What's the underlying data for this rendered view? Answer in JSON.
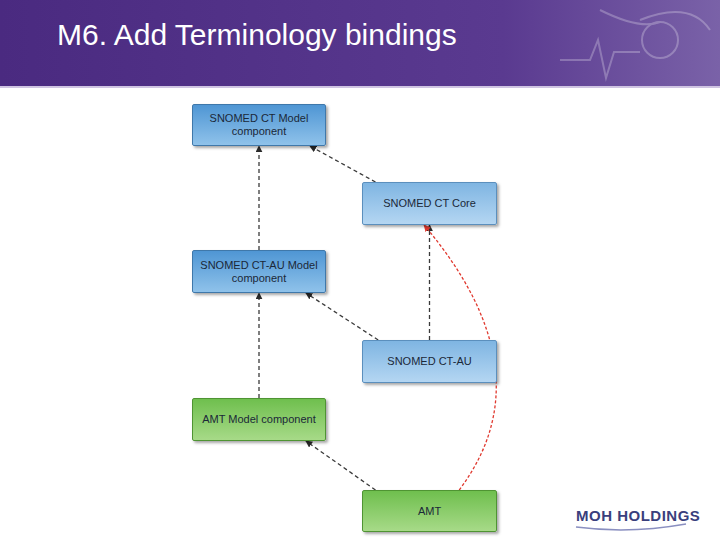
{
  "diagram": {
    "title": "M6. Add Terminology bindings",
    "nodes": [
      {
        "text": [
          "SNOMED CT Model component"
        ]
      },
      {
        "text": [
          "SNOMED CT Core"
        ]
      },
      {
        "text": [
          "SNOMED CT-AU Model component"
        ]
      },
      {
        "text": [
          "SNOMED CT-AU"
        ]
      },
      {
        "text": [
          "AMT Model component"
        ]
      },
      {
        "text": [
          "AMT"
        ]
      }
    ],
    "edges": [
      {
        "from": 1,
        "to": 0,
        "arrow": "to"
      },
      {
        "from": 2,
        "to": 0,
        "arrow": "to"
      },
      {
        "from": 3,
        "to": 1,
        "arrow": "to"
      },
      {
        "from": 3,
        "to": 2,
        "arrow": "to"
      },
      {
        "from": 4,
        "to": 2,
        "arrow": "to"
      },
      {
        "from": 5,
        "to": 4,
        "arrow": "to"
      },
      {
        "from": 5,
        "to": 1,
        "arrow": "to"
      }
    ],
    "labels": [
      "MOH HOLDINGS"
    ]
  }
}
